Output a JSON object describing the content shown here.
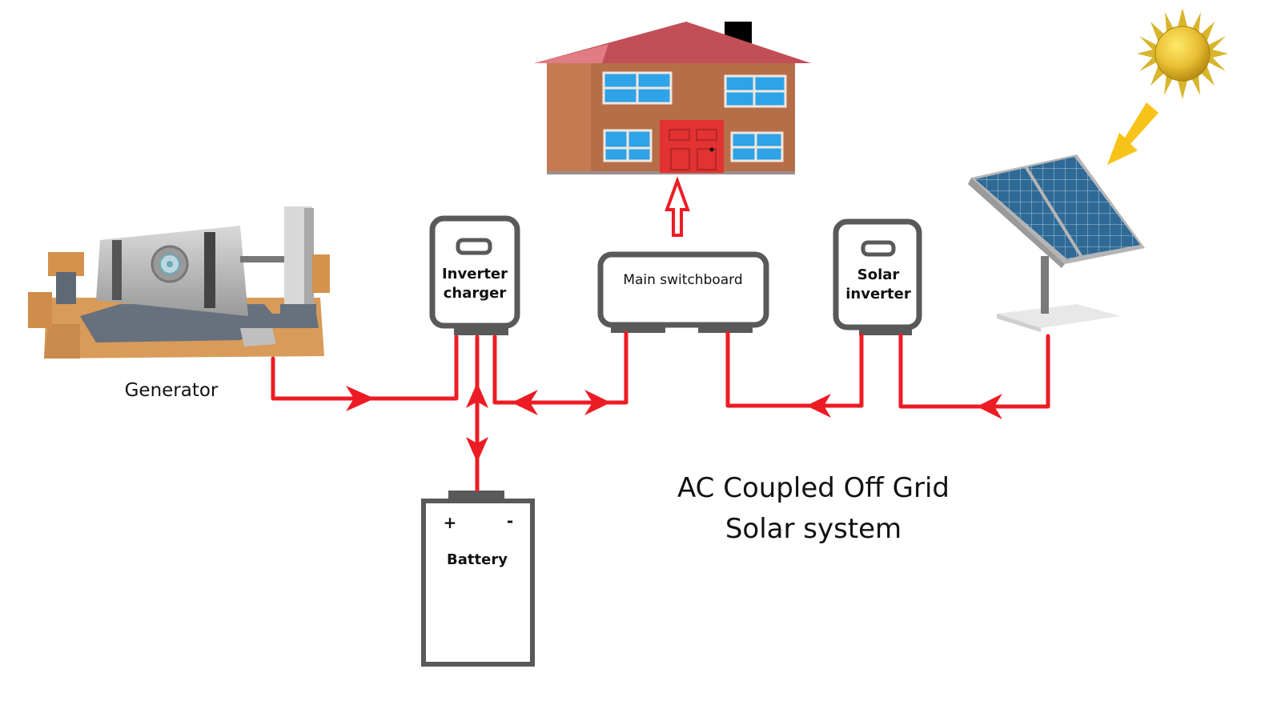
{
  "title": {
    "line1": "AC Coupled Off Grid",
    "line2": "Solar system"
  },
  "components": {
    "generator": {
      "label": "Generator",
      "icon": "generator-icon"
    },
    "inverter_charger": {
      "line1": "Inverter",
      "line2": "charger",
      "icon": "inverter-charger-icon"
    },
    "main_switchboard": {
      "label": "Main switchboard",
      "icon": "switchboard-icon"
    },
    "solar_inverter": {
      "line1": "Solar",
      "line2": "inverter",
      "icon": "solar-inverter-icon"
    },
    "battery": {
      "label": "Battery",
      "positive": "+",
      "negative": "-",
      "icon": "battery-icon"
    },
    "house": {
      "icon": "house-icon"
    },
    "solar_panel": {
      "icon": "solar-panel-icon"
    },
    "sun": {
      "icon": "sun-icon"
    }
  },
  "connections": [
    {
      "from": "generator",
      "to": "inverter_charger",
      "direction": "one-way"
    },
    {
      "from": "inverter_charger",
      "to": "battery",
      "direction": "two-way"
    },
    {
      "from": "inverter_charger",
      "to": "main_switchboard",
      "direction": "two-way"
    },
    {
      "from": "main_switchboard",
      "to": "house",
      "direction": "one-way"
    },
    {
      "from": "solar_inverter",
      "to": "main_switchboard",
      "direction": "one-way"
    },
    {
      "from": "solar_panel",
      "to": "solar_inverter",
      "direction": "one-way"
    },
    {
      "from": "sun",
      "to": "solar_panel",
      "direction": "one-way"
    }
  ],
  "colors": {
    "wire": "#ed1c24",
    "box_border": "#595959",
    "roof": "#c4505a",
    "wall": "#b8704a",
    "window": "#2ea3e8",
    "door": "#e23232",
    "sun": "#e8c030",
    "sun_arrow": "#f8c318",
    "panel": "#2f6a96"
  }
}
